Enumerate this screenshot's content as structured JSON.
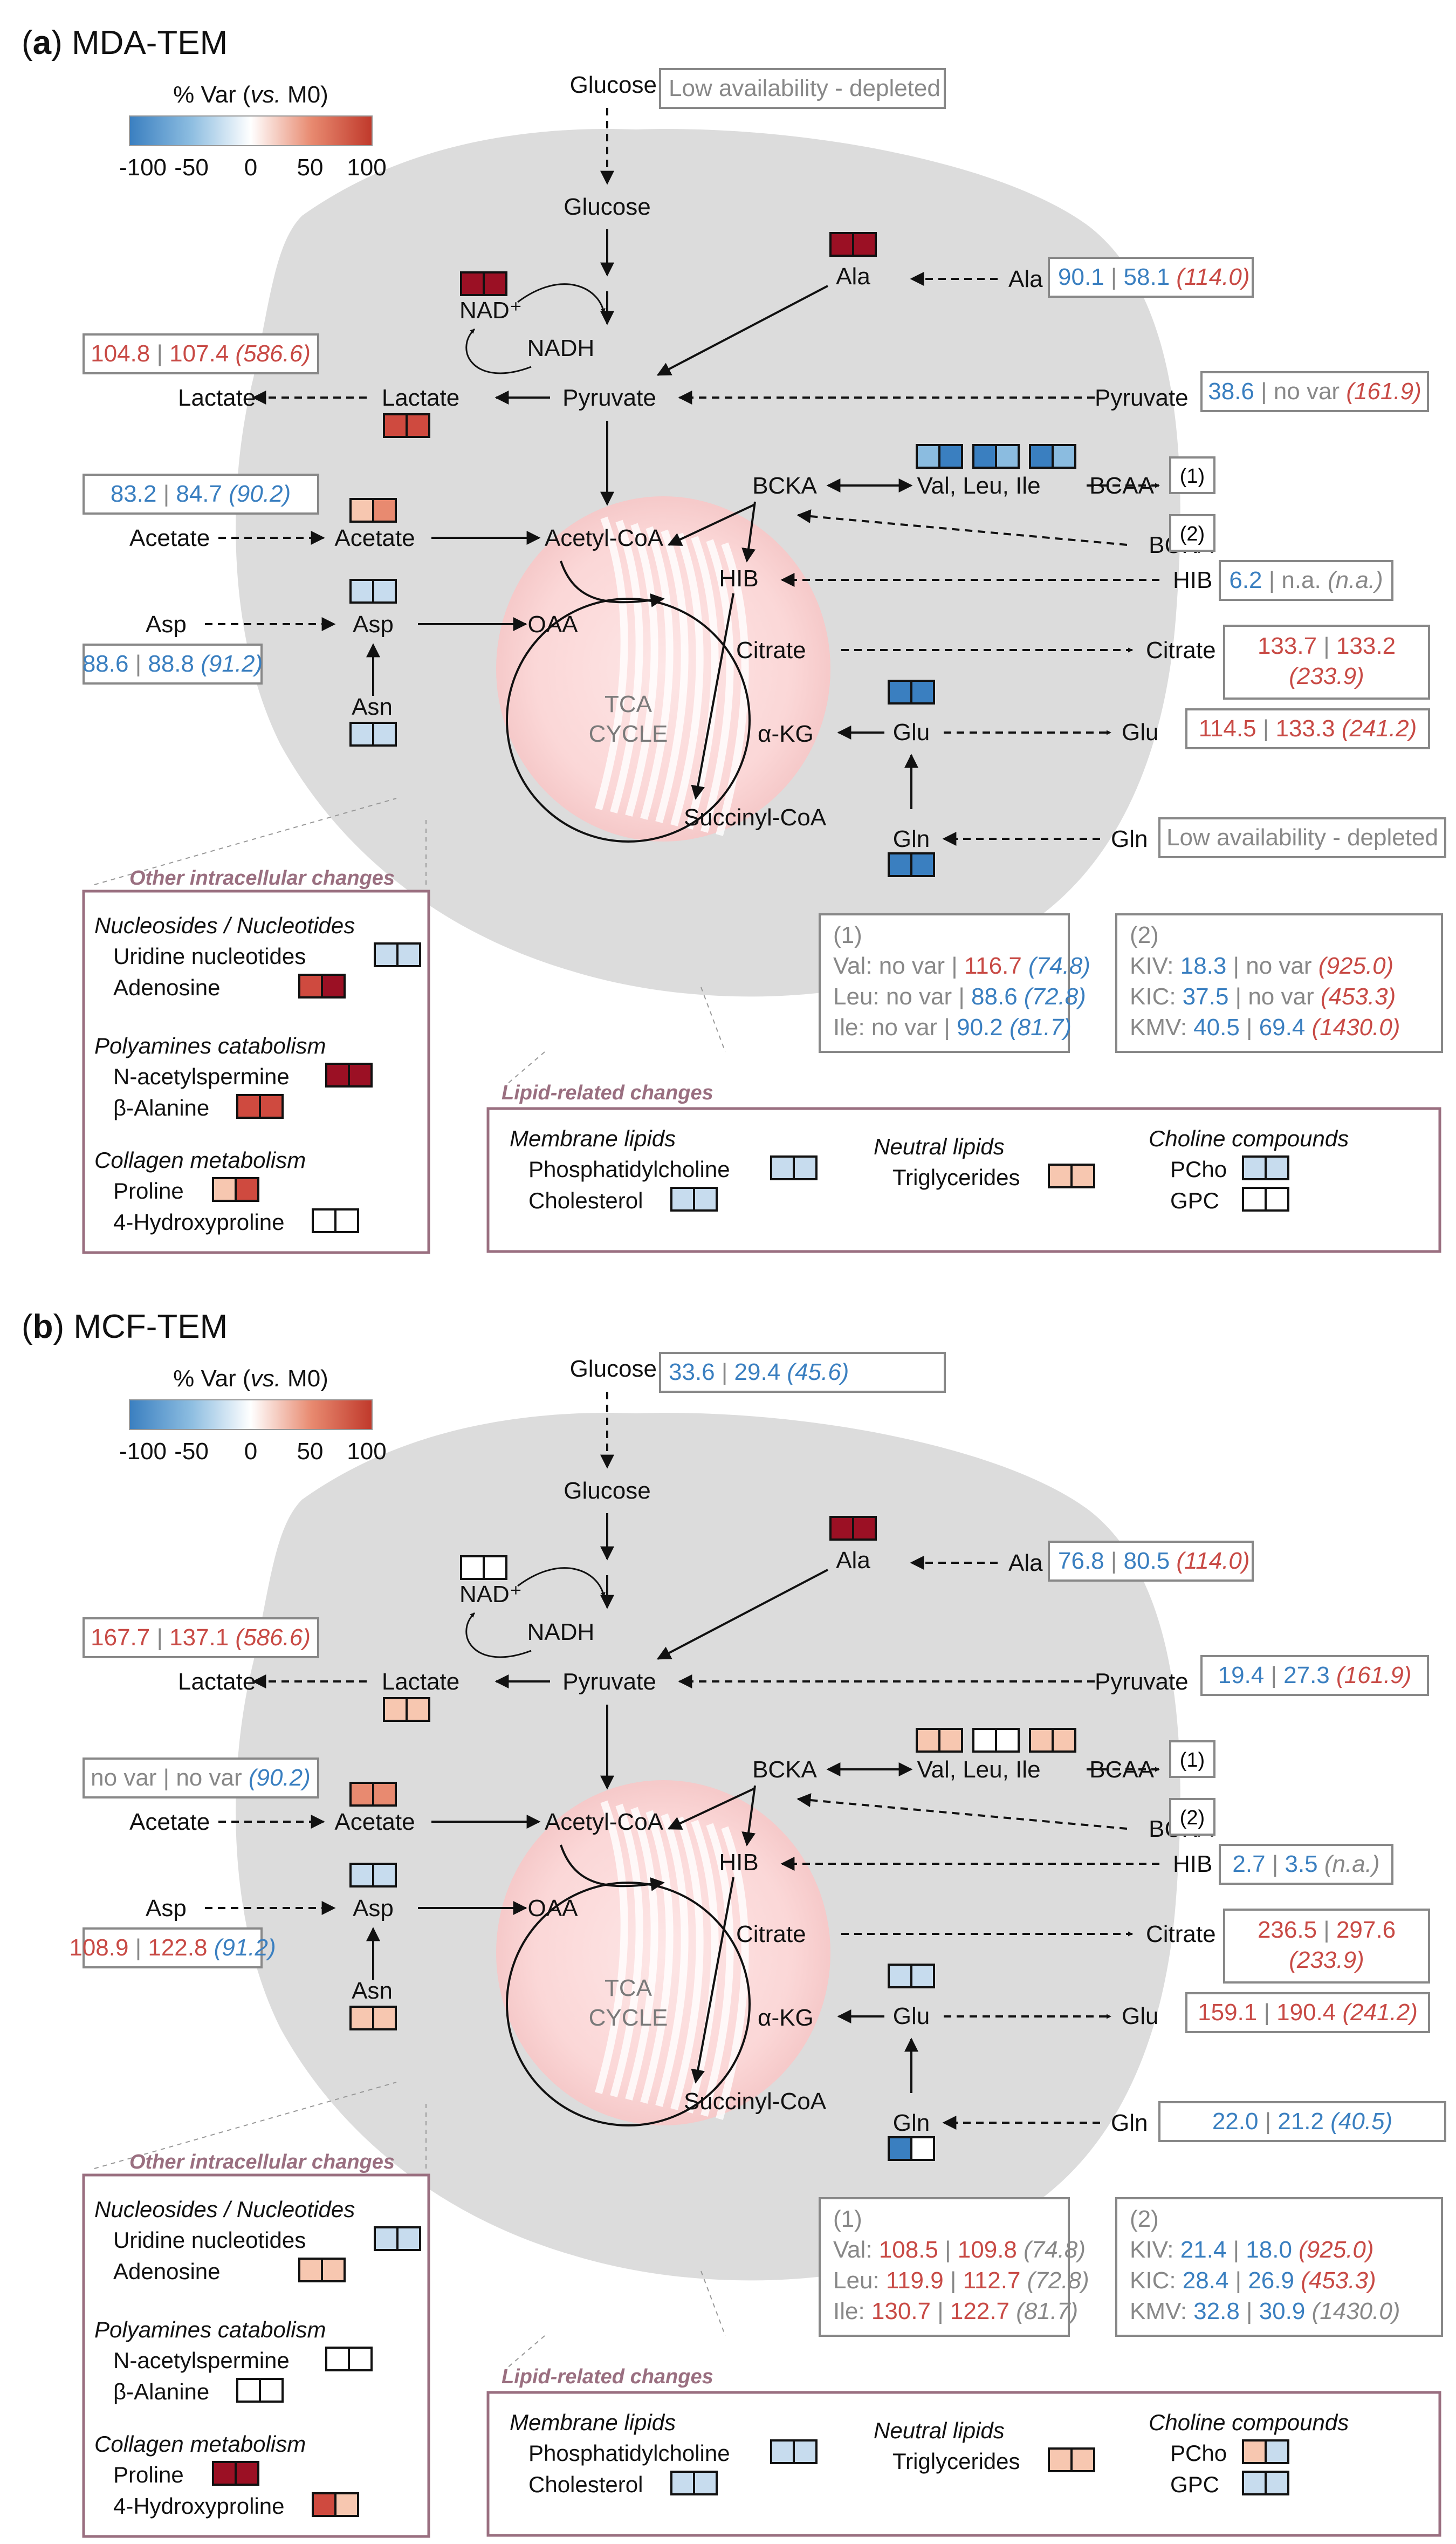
{
  "colors": {
    "neg100": "#3a7fc0",
    "neg50": "#8bbce0",
    "neg25": "#c7dcee",
    "zero": "#ffffff",
    "pos25": "#f7c7b0",
    "pos50": "#e88a70",
    "pos75": "#cf4a3f",
    "pos100": "#9b1024",
    "blue_text": "#3a7fc0",
    "red_text": "#c84a45",
    "grey_text": "#888888",
    "section": "#9a6f80"
  },
  "legend": {
    "title_prefix": "% Var (",
    "title_vs": "vs.",
    "title_suffix": " M0)",
    "ticks": [
      "-100",
      "-50",
      "0",
      "50",
      "100"
    ]
  },
  "nodes": {
    "glucose": "Glucose",
    "nad": "NAD⁺",
    "nadh": "NADH",
    "pyruvate": "Pyruvate",
    "lactate": "Lactate",
    "ala": "Ala",
    "bcka": "BCKA",
    "bcaa_int": "Val, Leu, Ile",
    "acetate": "Acetate",
    "acetyl_coa": "Acetyl-CoA",
    "hib": "HIB",
    "asp": "Asp",
    "asn": "Asn",
    "oaa": "OAA",
    "citrate": "Citrate",
    "akg": "α-KG",
    "glu": "Glu",
    "gln": "Gln",
    "succinyl": "Succinyl-CoA",
    "tca1": "TCA",
    "tca2": "CYCLE",
    "bcaa_ext": "BCAA",
    "ref1": "(1)",
    "ref2": "(2)"
  },
  "sections": {
    "other": "Other intracellular changes",
    "lipid": "Lipid-related changes",
    "nucleosides": "Nucleosides / Nucleotides",
    "uridine": "Uridine nucleotides",
    "adenosine": "Adenosine",
    "polyamines": "Polyamines catabolism",
    "acetylspermine": "N-acetylspermine",
    "balanine": "β-Alanine",
    "collagen": "Collagen metabolism",
    "proline": "Proline",
    "hydroxyproline": "4-Hydroxyproline",
    "membrane": "Membrane lipids",
    "pc": "Phosphatidylcholine",
    "chol": "Cholesterol",
    "neutral": "Neutral lipids",
    "tg": "Triglycerides",
    "choline": "Choline compounds",
    "pcho": "PCho",
    "gpc": "GPC"
  },
  "panels": [
    {
      "letter": "a",
      "name": "MDA-TEM",
      "glucose_box": [
        {
          "t": "Low availability - depleted",
          "c": "grey"
        }
      ],
      "ala_box": [
        {
          "t": "90.1",
          "c": "blue"
        },
        {
          "t": " | ",
          "c": "grey"
        },
        {
          "t": "58.1",
          "c": "blue"
        },
        {
          "t": " (114.0)",
          "c": "red",
          "i": true
        }
      ],
      "lactate_box": [
        {
          "t": "104.8",
          "c": "red"
        },
        {
          "t": " | ",
          "c": "grey"
        },
        {
          "t": "107.4",
          "c": "red"
        },
        {
          "t": " (586.6)",
          "c": "red",
          "i": true
        }
      ],
      "pyruvate_box": [
        {
          "t": "38.6",
          "c": "blue"
        },
        {
          "t": " | no var ",
          "c": "grey"
        },
        {
          "t": "(161.9)",
          "c": "red",
          "i": true
        }
      ],
      "acetate_box": [
        {
          "t": "83.2",
          "c": "blue"
        },
        {
          "t": " | ",
          "c": "grey"
        },
        {
          "t": "84.7",
          "c": "blue"
        },
        {
          "t": " (90.2)",
          "c": "blue",
          "i": true
        }
      ],
      "asp_box": [
        {
          "t": "88.6",
          "c": "blue"
        },
        {
          "t": " | ",
          "c": "grey"
        },
        {
          "t": "88.8",
          "c": "blue"
        },
        {
          "t": " (91.2)",
          "c": "blue",
          "i": true
        }
      ],
      "hib_box": [
        {
          "t": "6.2",
          "c": "blue"
        },
        {
          "t": " | n.a. ",
          "c": "grey"
        },
        {
          "t": "(n.a.)",
          "c": "grey",
          "i": true
        }
      ],
      "citrate_box1": [
        {
          "t": "133.7",
          "c": "red"
        },
        {
          "t": " | ",
          "c": "grey"
        },
        {
          "t": "133.2",
          "c": "red"
        }
      ],
      "citrate_box2": [
        {
          "t": "(233.9)",
          "c": "red",
          "i": true
        }
      ],
      "glu_box": [
        {
          "t": "114.5",
          "c": "red"
        },
        {
          "t": " | ",
          "c": "grey"
        },
        {
          "t": "133.3",
          "c": "red"
        },
        {
          "t": " (241.2)",
          "c": "red",
          "i": true
        }
      ],
      "gln_box": [
        {
          "t": "Low availability - depleted",
          "c": "grey"
        }
      ],
      "note1": [
        [
          {
            "t": "(1)",
            "c": "grey"
          }
        ],
        [
          {
            "t": "Val: no var | ",
            "c": "grey"
          },
          {
            "t": "116.7",
            "c": "red"
          },
          {
            "t": " (74.8)",
            "c": "blue",
            "i": true
          }
        ],
        [
          {
            "t": "Leu: no var | ",
            "c": "grey"
          },
          {
            "t": "88.6",
            "c": "blue"
          },
          {
            "t": " (72.8)",
            "c": "blue",
            "i": true
          }
        ],
        [
          {
            "t": "Ile: no var | ",
            "c": "grey"
          },
          {
            "t": "90.2",
            "c": "blue"
          },
          {
            "t": " (81.7)",
            "c": "blue",
            "i": true
          }
        ]
      ],
      "note2": [
        [
          {
            "t": "(2)",
            "c": "grey"
          }
        ],
        [
          {
            "t": "KIV: ",
            "c": "grey"
          },
          {
            "t": "18.3",
            "c": "blue"
          },
          {
            "t": " | no var ",
            "c": "grey"
          },
          {
            "t": "(925.0)",
            "c": "red",
            "i": true
          }
        ],
        [
          {
            "t": "KIC: ",
            "c": "grey"
          },
          {
            "t": "37.5",
            "c": "blue"
          },
          {
            "t": " | no var ",
            "c": "grey"
          },
          {
            "t": "(453.3)",
            "c": "red",
            "i": true
          }
        ],
        [
          {
            "t": "KMV: ",
            "c": "grey"
          },
          {
            "t": "40.5",
            "c": "blue"
          },
          {
            "t": " | ",
            "c": "grey"
          },
          {
            "t": "69.4",
            "c": "blue"
          },
          {
            "t": " (1430.0)",
            "c": "red",
            "i": true
          }
        ]
      ],
      "swatches": {
        "nad": [
          "#9b1024",
          "#9b1024"
        ],
        "ala": [
          "#9b1024",
          "#9b1024"
        ],
        "lactate": [
          "#cf4a3f",
          "#cf4a3f"
        ],
        "acetate": [
          "#f7c7b0",
          "#e88a70"
        ],
        "asp": [
          "#c7dcee",
          "#c7dcee"
        ],
        "asn": [
          "#c7dcee",
          "#c7dcee"
        ],
        "bcaa1": [
          "#8bbce0",
          "#3a7fc0"
        ],
        "bcaa2": [
          "#3a7fc0",
          "#8bbce0"
        ],
        "bcaa3": [
          "#3a7fc0",
          "#8bbce0"
        ],
        "glu": [
          "#3a7fc0",
          "#3a7fc0"
        ],
        "gln": [
          "#3a7fc0",
          "#3a7fc0"
        ],
        "uridine": [
          "#c7dcee",
          "#c7dcee"
        ],
        "adenosine": [
          "#cf4a3f",
          "#9b1024"
        ],
        "acetylspermine": [
          "#9b1024",
          "#9b1024"
        ],
        "balanine": [
          "#cf4a3f",
          "#cf4a3f"
        ],
        "proline": [
          "#f7c7b0",
          "#cf4a3f"
        ],
        "hydroxyproline": [
          "#ffffff",
          "#ffffff"
        ],
        "pc": [
          "#c7dcee",
          "#c7dcee"
        ],
        "chol": [
          "#c7dcee",
          "#c7dcee"
        ],
        "tg": [
          "#f7c7b0",
          "#f7c7b0"
        ],
        "pcho": [
          "#c7dcee",
          "#c7dcee"
        ],
        "gpc": [
          "#ffffff",
          "#ffffff"
        ]
      }
    },
    {
      "letter": "b",
      "name": "MCF-TEM",
      "glucose_box": [
        {
          "t": "33.6",
          "c": "blue"
        },
        {
          "t": " | ",
          "c": "grey"
        },
        {
          "t": "29.4",
          "c": "blue"
        },
        {
          "t": " (45.6)",
          "c": "blue",
          "i": true
        }
      ],
      "ala_box": [
        {
          "t": "76.8",
          "c": "blue"
        },
        {
          "t": " | ",
          "c": "grey"
        },
        {
          "t": "80.5",
          "c": "blue"
        },
        {
          "t": " (114.0)",
          "c": "red",
          "i": true
        }
      ],
      "lactate_box": [
        {
          "t": "167.7",
          "c": "red"
        },
        {
          "t": " | ",
          "c": "grey"
        },
        {
          "t": "137.1",
          "c": "red"
        },
        {
          "t": " (586.6)",
          "c": "red",
          "i": true
        }
      ],
      "pyruvate_box": [
        {
          "t": "19.4",
          "c": "blue"
        },
        {
          "t": " | ",
          "c": "grey"
        },
        {
          "t": "27.3",
          "c": "blue"
        },
        {
          "t": " (161.9)",
          "c": "red",
          "i": true
        }
      ],
      "acetate_box": [
        {
          "t": "no var | no var ",
          "c": "grey"
        },
        {
          "t": "(90.2)",
          "c": "blue",
          "i": true
        }
      ],
      "asp_box": [
        {
          "t": "108.9",
          "c": "red"
        },
        {
          "t": " | ",
          "c": "grey"
        },
        {
          "t": "122.8",
          "c": "red"
        },
        {
          "t": " (91.2)",
          "c": "blue",
          "i": true
        }
      ],
      "hib_box": [
        {
          "t": "2.7",
          "c": "blue"
        },
        {
          "t": " | ",
          "c": "grey"
        },
        {
          "t": "3.5",
          "c": "blue"
        },
        {
          "t": " (n.a.)",
          "c": "grey",
          "i": true
        }
      ],
      "citrate_box1": [
        {
          "t": "236.5",
          "c": "red"
        },
        {
          "t": " | ",
          "c": "grey"
        },
        {
          "t": "297.6",
          "c": "red"
        }
      ],
      "citrate_box2": [
        {
          "t": "(233.9)",
          "c": "red",
          "i": true
        }
      ],
      "glu_box": [
        {
          "t": "159.1",
          "c": "red"
        },
        {
          "t": " | ",
          "c": "grey"
        },
        {
          "t": "190.4",
          "c": "red"
        },
        {
          "t": " (241.2)",
          "c": "red",
          "i": true
        }
      ],
      "gln_box": [
        {
          "t": "22.0",
          "c": "blue"
        },
        {
          "t": " | ",
          "c": "grey"
        },
        {
          "t": "21.2",
          "c": "blue"
        },
        {
          "t": " (40.5)",
          "c": "blue",
          "i": true
        }
      ],
      "note1": [
        [
          {
            "t": "(1)",
            "c": "grey"
          }
        ],
        [
          {
            "t": "Val: ",
            "c": "grey"
          },
          {
            "t": "108.5",
            "c": "red"
          },
          {
            "t": " | ",
            "c": "grey"
          },
          {
            "t": "109.8",
            "c": "red"
          },
          {
            "t": " (74.8)",
            "c": "grey",
            "i": true
          }
        ],
        [
          {
            "t": "Leu: ",
            "c": "grey"
          },
          {
            "t": "119.9",
            "c": "red"
          },
          {
            "t": " | ",
            "c": "grey"
          },
          {
            "t": "112.7",
            "c": "red"
          },
          {
            "t": " (72.8)",
            "c": "grey",
            "i": true
          }
        ],
        [
          {
            "t": "Ile: ",
            "c": "grey"
          },
          {
            "t": "130.7",
            "c": "red"
          },
          {
            "t": " | ",
            "c": "grey"
          },
          {
            "t": "122.7",
            "c": "red"
          },
          {
            "t": " (81.7)",
            "c": "grey",
            "i": true
          }
        ]
      ],
      "note2": [
        [
          {
            "t": "(2)",
            "c": "grey"
          }
        ],
        [
          {
            "t": "KIV: ",
            "c": "grey"
          },
          {
            "t": "21.4",
            "c": "blue"
          },
          {
            "t": " | ",
            "c": "grey"
          },
          {
            "t": "18.0",
            "c": "blue"
          },
          {
            "t": " (925.0)",
            "c": "red",
            "i": true
          }
        ],
        [
          {
            "t": "KIC: ",
            "c": "grey"
          },
          {
            "t": "28.4",
            "c": "blue"
          },
          {
            "t": " | ",
            "c": "grey"
          },
          {
            "t": "26.9",
            "c": "blue"
          },
          {
            "t": " (453.3)",
            "c": "red",
            "i": true
          }
        ],
        [
          {
            "t": "KMV: ",
            "c": "grey"
          },
          {
            "t": "32.8",
            "c": "blue"
          },
          {
            "t": " | ",
            "c": "grey"
          },
          {
            "t": "30.9",
            "c": "blue"
          },
          {
            "t": " (1430.0)",
            "c": "grey",
            "i": true
          }
        ]
      ],
      "swatches": {
        "nad": [
          "#ffffff",
          "#ffffff"
        ],
        "ala": [
          "#9b1024",
          "#9b1024"
        ],
        "lactate": [
          "#f7c7b0",
          "#f7c7b0"
        ],
        "acetate": [
          "#e88a70",
          "#e88a70"
        ],
        "asp": [
          "#c7dcee",
          "#c7dcee"
        ],
        "asn": [
          "#f7c7b0",
          "#f7c7b0"
        ],
        "bcaa1": [
          "#f7c7b0",
          "#f7c7b0"
        ],
        "bcaa2": [
          "#ffffff",
          "#ffffff"
        ],
        "bcaa3": [
          "#f7c7b0",
          "#f7c7b0"
        ],
        "glu": [
          "#c7dcee",
          "#c7dcee"
        ],
        "gln": [
          "#3a7fc0",
          "#ffffff"
        ],
        "uridine": [
          "#c7dcee",
          "#c7dcee"
        ],
        "adenosine": [
          "#f7c7b0",
          "#f7c7b0"
        ],
        "acetylspermine": [
          "#ffffff",
          "#ffffff"
        ],
        "balanine": [
          "#ffffff",
          "#ffffff"
        ],
        "proline": [
          "#9b1024",
          "#9b1024"
        ],
        "hydroxyproline": [
          "#cf4a3f",
          "#f7c7b0"
        ],
        "pc": [
          "#c7dcee",
          "#c7dcee"
        ],
        "chol": [
          "#c7dcee",
          "#c7dcee"
        ],
        "tg": [
          "#f7c7b0",
          "#f7c7b0"
        ],
        "pcho": [
          "#f7c7b0",
          "#c7dcee"
        ],
        "gpc": [
          "#c7dcee",
          "#c7dcee"
        ]
      }
    }
  ]
}
